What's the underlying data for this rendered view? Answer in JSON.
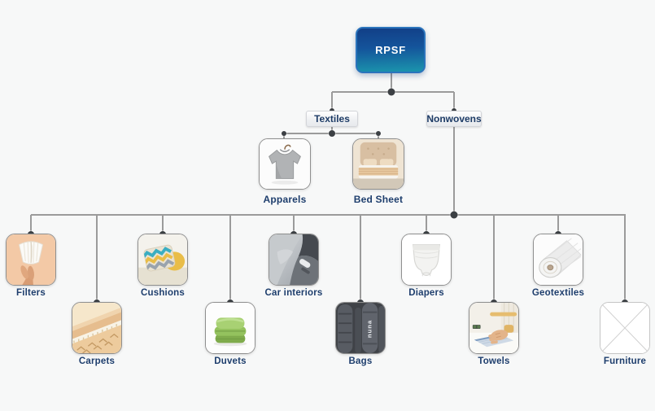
{
  "canvas": {
    "background": "#f7f8f8",
    "connector_color": "#9b9b9b",
    "junction_dot_color": "#3c4044",
    "label_text_color": "#1e3e6d",
    "root_gradient_top": "#123f87",
    "root_gradient_bottom": "#1b95ad"
  },
  "root": {
    "label": "RPSF"
  },
  "branches": {
    "textiles": {
      "label": "Textiles"
    },
    "nonwovens": {
      "label": "Nonwovens"
    }
  },
  "textiles_children": [
    {
      "label": "Apparels",
      "image": "gray-tshirt-on-hanger-photo"
    },
    {
      "label": "Bed Sheet",
      "image": "bed-with-headboard-photo"
    }
  ],
  "bottom_row": [
    {
      "label": "Filters",
      "row": "upper",
      "image": "hand-holding-white-filter-photo"
    },
    {
      "label": "Carpets",
      "row": "lower",
      "image": "layered-beige-carpet-photo"
    },
    {
      "label": "Cushions",
      "row": "upper",
      "image": "zigzag-pattern-cushion-photo"
    },
    {
      "label": "Duvets",
      "row": "lower",
      "image": "folded-green-duvet-photo"
    },
    {
      "label": "Car interiors",
      "row": "upper",
      "image": "gray-car-interior-photo"
    },
    {
      "label": "Bags",
      "row": "lower",
      "image": "dark-padded-bag-photo",
      "brand_text": "nuna"
    },
    {
      "label": "Diapers",
      "row": "upper",
      "image": "white-diaper-pants-photo"
    },
    {
      "label": "Towels",
      "row": "lower",
      "image": "hand-on-towel-photo"
    },
    {
      "label": "Geotextiles",
      "row": "upper",
      "image": "white-fabric-roll-photo"
    },
    {
      "label": "Furniture",
      "row": "lower",
      "image": "placeholder-x-image"
    }
  ]
}
